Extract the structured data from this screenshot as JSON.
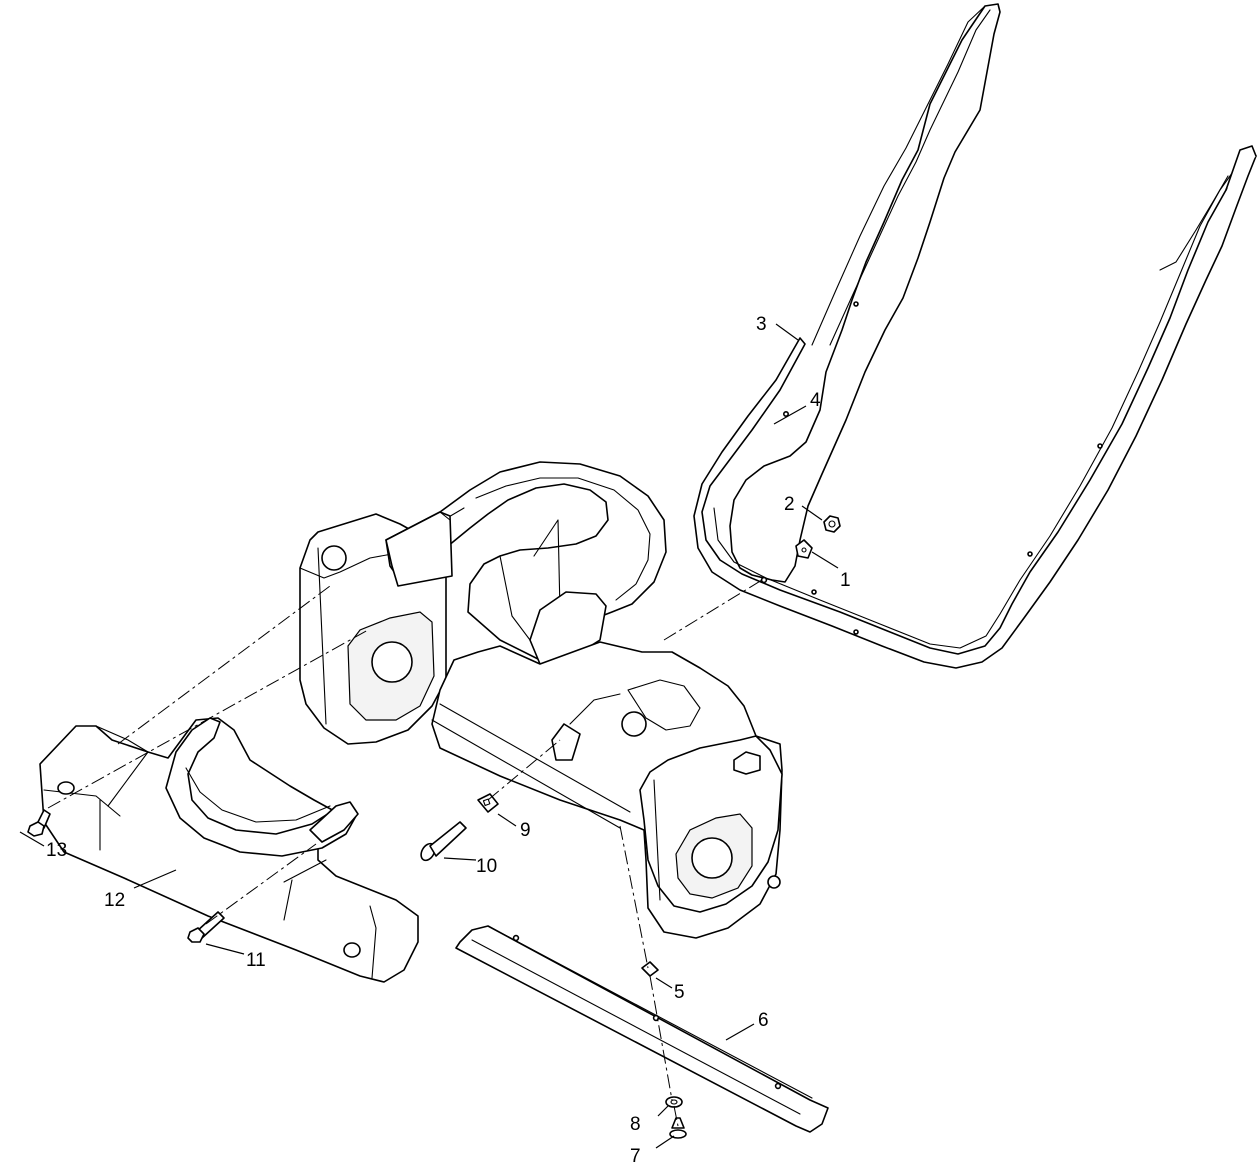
{
  "diagram": {
    "style": "exploded parts view, black line art on white",
    "callouts": [
      {
        "id": "1",
        "text": "1"
      },
      {
        "id": "2",
        "text": "2"
      },
      {
        "id": "3",
        "text": "3"
      },
      {
        "id": "4",
        "text": "4"
      },
      {
        "id": "5",
        "text": "5"
      },
      {
        "id": "6",
        "text": "6"
      },
      {
        "id": "7",
        "text": "7"
      },
      {
        "id": "8",
        "text": "8"
      },
      {
        "id": "9",
        "text": "9"
      },
      {
        "id": "10",
        "text": "10"
      },
      {
        "id": "11",
        "text": "11"
      },
      {
        "id": "12",
        "text": "12"
      },
      {
        "id": "13",
        "text": "13"
      }
    ]
  }
}
